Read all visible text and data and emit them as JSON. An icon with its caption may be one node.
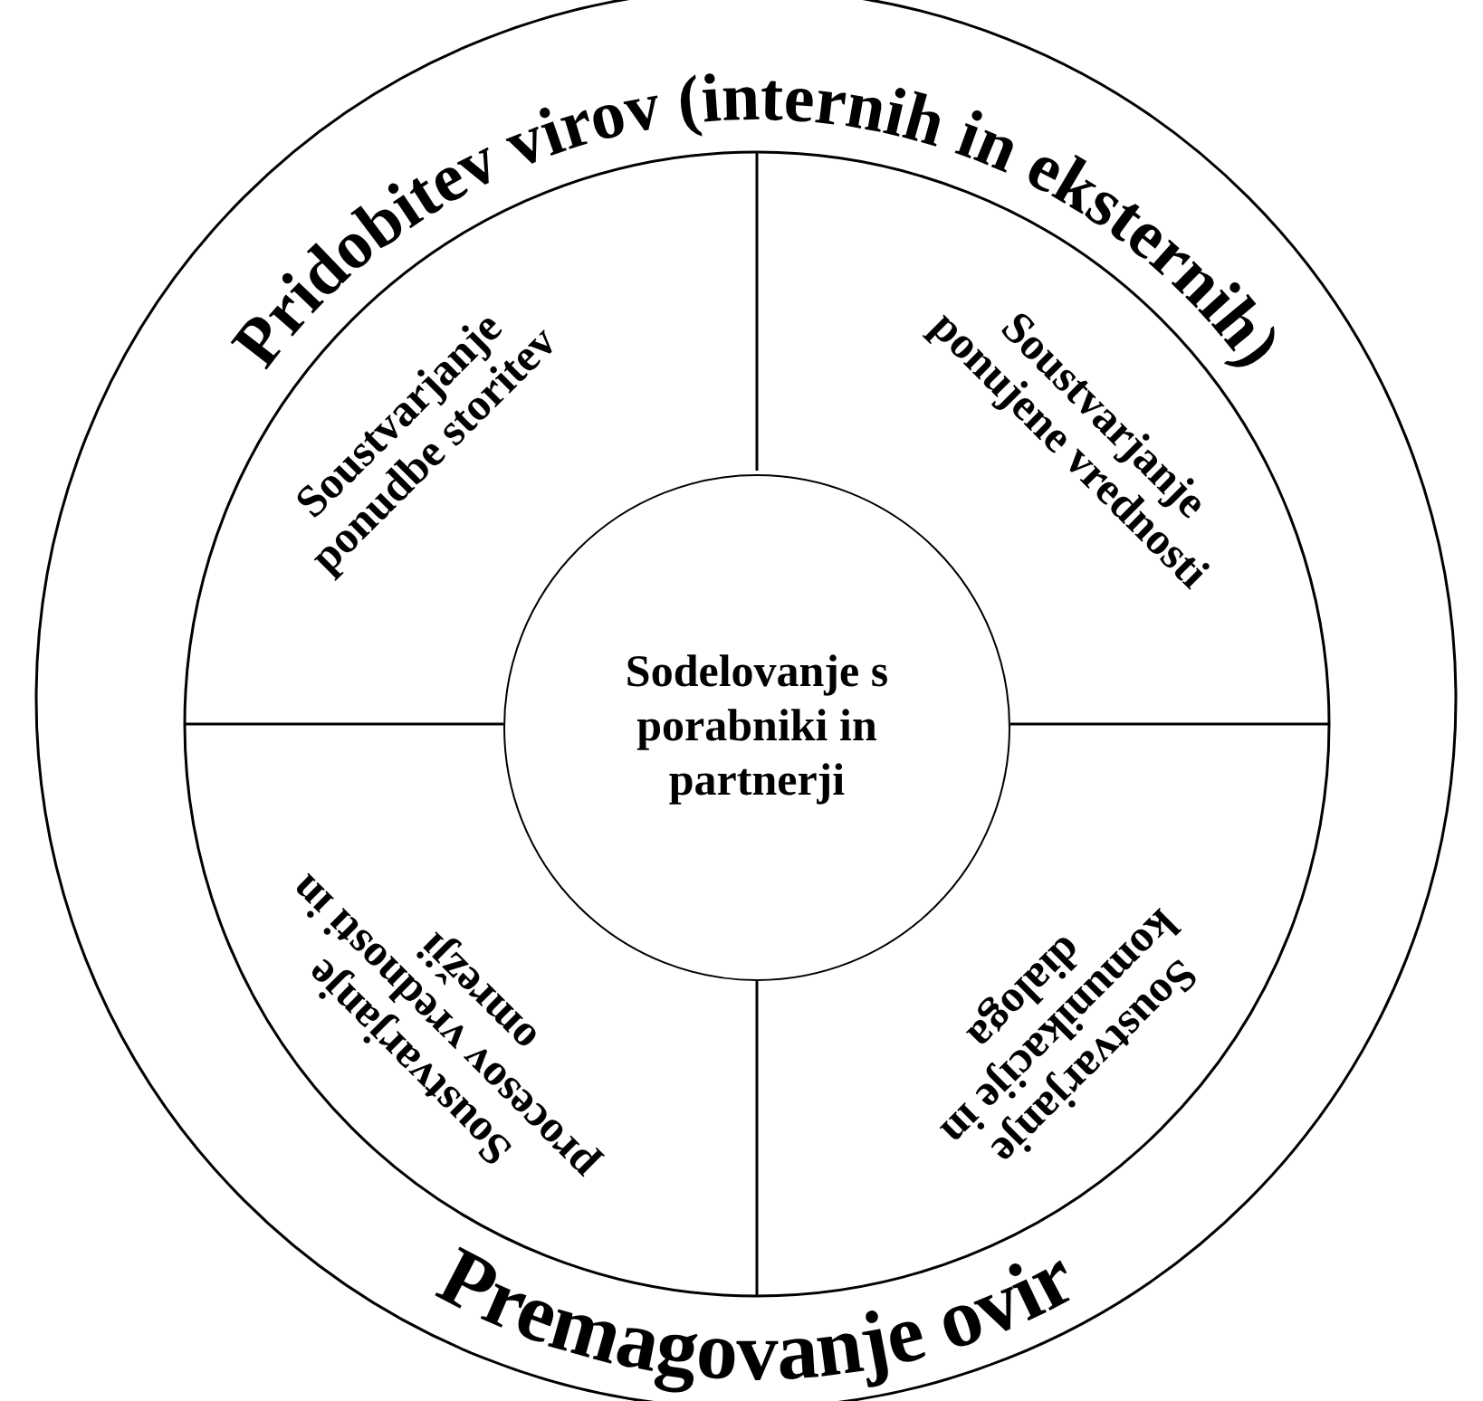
{
  "diagram": {
    "nodes": [
      {
        "text": [
          "Pridobitev virov (internih in eksternih)",
          "Premagovanje ovir"
        ]
      },
      {
        "text": [
          "Soustvarjanje ponudbe storitev"
        ],
        "in": 0
      },
      {
        "text": [
          "Soustvarjanje ponujene vrednosti"
        ],
        "in": 0
      },
      {
        "text": [
          "Sodelovanje s porabniki in partnerji"
        ],
        "in": 0
      },
      {
        "text": [
          "Soustvarjanje procesov vrednosti in omrežji"
        ],
        "in": 0
      },
      {
        "text": [
          "Soustvarjanje komunikacije in dialoga"
        ],
        "in": 0
      }
    ]
  }
}
